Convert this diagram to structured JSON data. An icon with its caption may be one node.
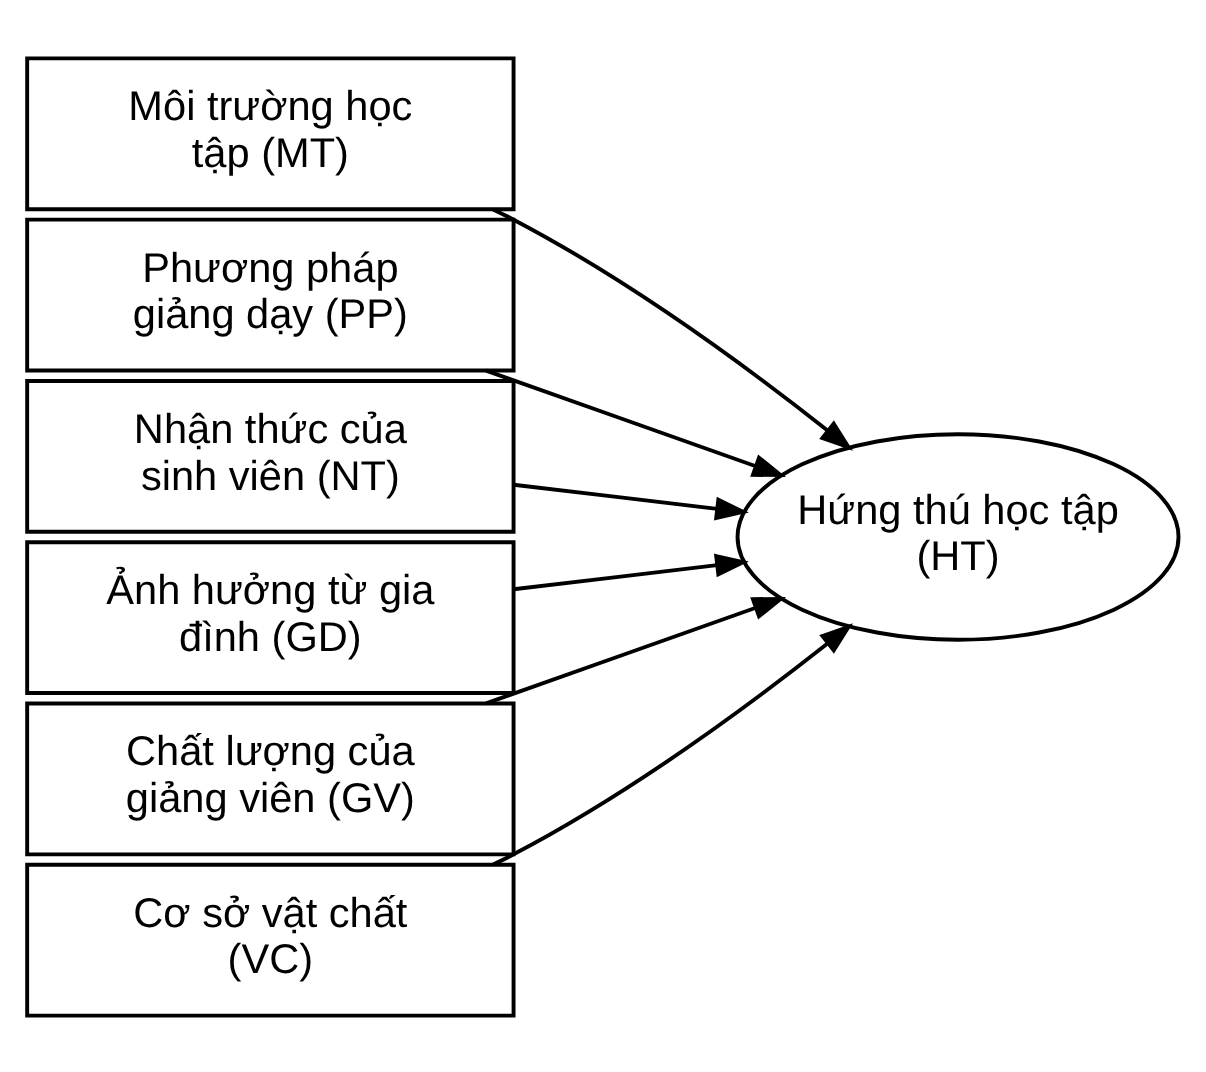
{
  "diagram": {
    "nodes": [
      {
        "text": [
          "Môi trường học tập (MT)"
        ]
      },
      {
        "text": [
          "Phương pháp giảng dạy (PP)"
        ]
      },
      {
        "text": [
          "Nhận thức của sinh viên (NT)"
        ]
      },
      {
        "text": [
          "Ảnh hưởng từ gia đình (GD)"
        ]
      },
      {
        "text": [
          "Chất lượng của giảng viên (GV)"
        ]
      },
      {
        "text": [
          "Cơ sở vật chất (VC)"
        ]
      },
      {
        "text": [
          "Hứng thú học tập (HT)"
        ]
      }
    ],
    "edges": [
      {
        "from": 0,
        "to": 6,
        "arrow": "to"
      },
      {
        "from": 1,
        "to": 6,
        "arrow": "to"
      },
      {
        "from": 2,
        "to": 6,
        "arrow": "to"
      },
      {
        "from": 3,
        "to": 6,
        "arrow": "to"
      },
      {
        "from": 4,
        "to": 6,
        "arrow": "to"
      },
      {
        "from": 5,
        "to": 6,
        "arrow": "to"
      }
    ]
  }
}
